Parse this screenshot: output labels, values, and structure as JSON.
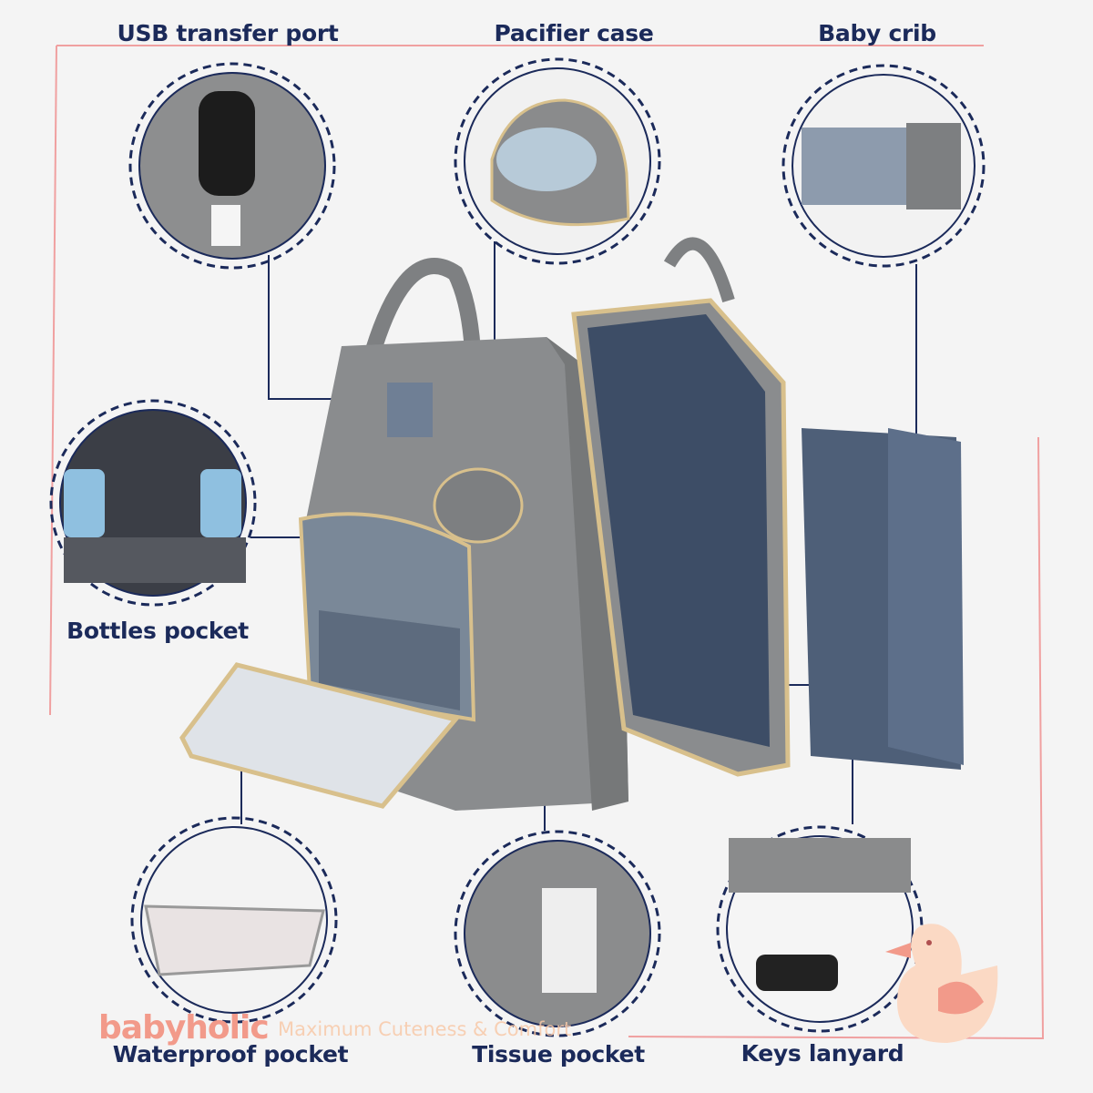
{
  "features": {
    "usb": "USB transfer port",
    "pacifier": "Pacifier case",
    "crib": "Baby crib",
    "bottles": "Bottles pocket",
    "waterproof": "Waterproof pocket",
    "tissue": "Tissue pocket",
    "keys": "Keys lanyard"
  },
  "watermark": {
    "brand": "babyholic",
    "tagline": "Maximum Cuteness & Comfort"
  },
  "colors": {
    "navy": "#1b2a5a",
    "accent": "#f29a8a",
    "bag": "#8a8c8e"
  }
}
